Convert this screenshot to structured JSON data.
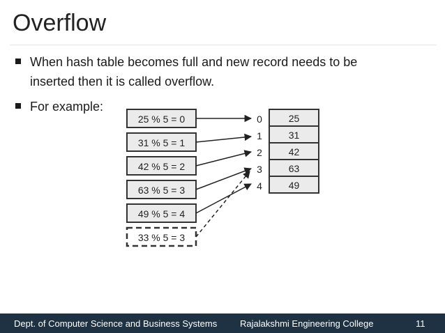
{
  "slide": {
    "title": "Overflow",
    "bullets": [
      {
        "line1": "When hash table becomes full and new record needs to be",
        "line2": "inserted then it is called overflow."
      },
      {
        "line1": "For example:"
      }
    ]
  },
  "diagram": {
    "computations": [
      "25 % 5 = 0",
      "31 % 5 = 1",
      "42 % 5 = 2",
      "63 % 5 = 3",
      "49 % 5 = 4",
      "33 % 5 = 3"
    ],
    "indices": [
      "0",
      "1",
      "2",
      "3",
      "4"
    ],
    "table_values": [
      "25",
      "31",
      "42",
      "63",
      "49"
    ]
  },
  "footer": {
    "department": "Dept. of Computer Science and Business Systems",
    "college": "Rajalakshmi Engineering College",
    "page": "11"
  },
  "colors": {
    "footer_bg": "#1f3243",
    "box_fill": "#ebebeb",
    "stroke": "#333333"
  }
}
